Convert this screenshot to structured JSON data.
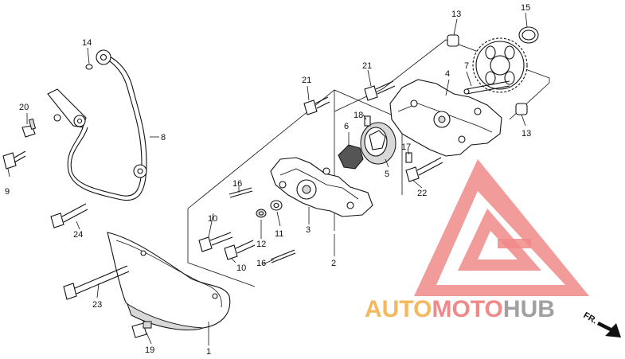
{
  "labels": {
    "p1": "1",
    "p2": "2",
    "p3": "3",
    "p4": "4",
    "p5": "5",
    "p6": "6",
    "p7": "7",
    "p8": "8",
    "p9": "9",
    "p10a": "10",
    "p10b": "10",
    "p11": "11",
    "p12": "12",
    "p13a": "13",
    "p13b": "13",
    "p14": "14",
    "p15": "15",
    "p16a": "16",
    "p16b": "16",
    "p17": "17",
    "p18": "18",
    "p19": "19",
    "p20": "20",
    "p21a": "21",
    "p21b": "21",
    "p22": "22",
    "p23": "23",
    "p24": "24"
  },
  "watermark": {
    "auto": "AUTO",
    "moto": "MOTO",
    "hub": "HUB",
    "auto_color": "#f5b860",
    "moto_color": "#f08a8a",
    "hub_color": "#a0a0a0"
  },
  "direction": {
    "label": "FR."
  }
}
